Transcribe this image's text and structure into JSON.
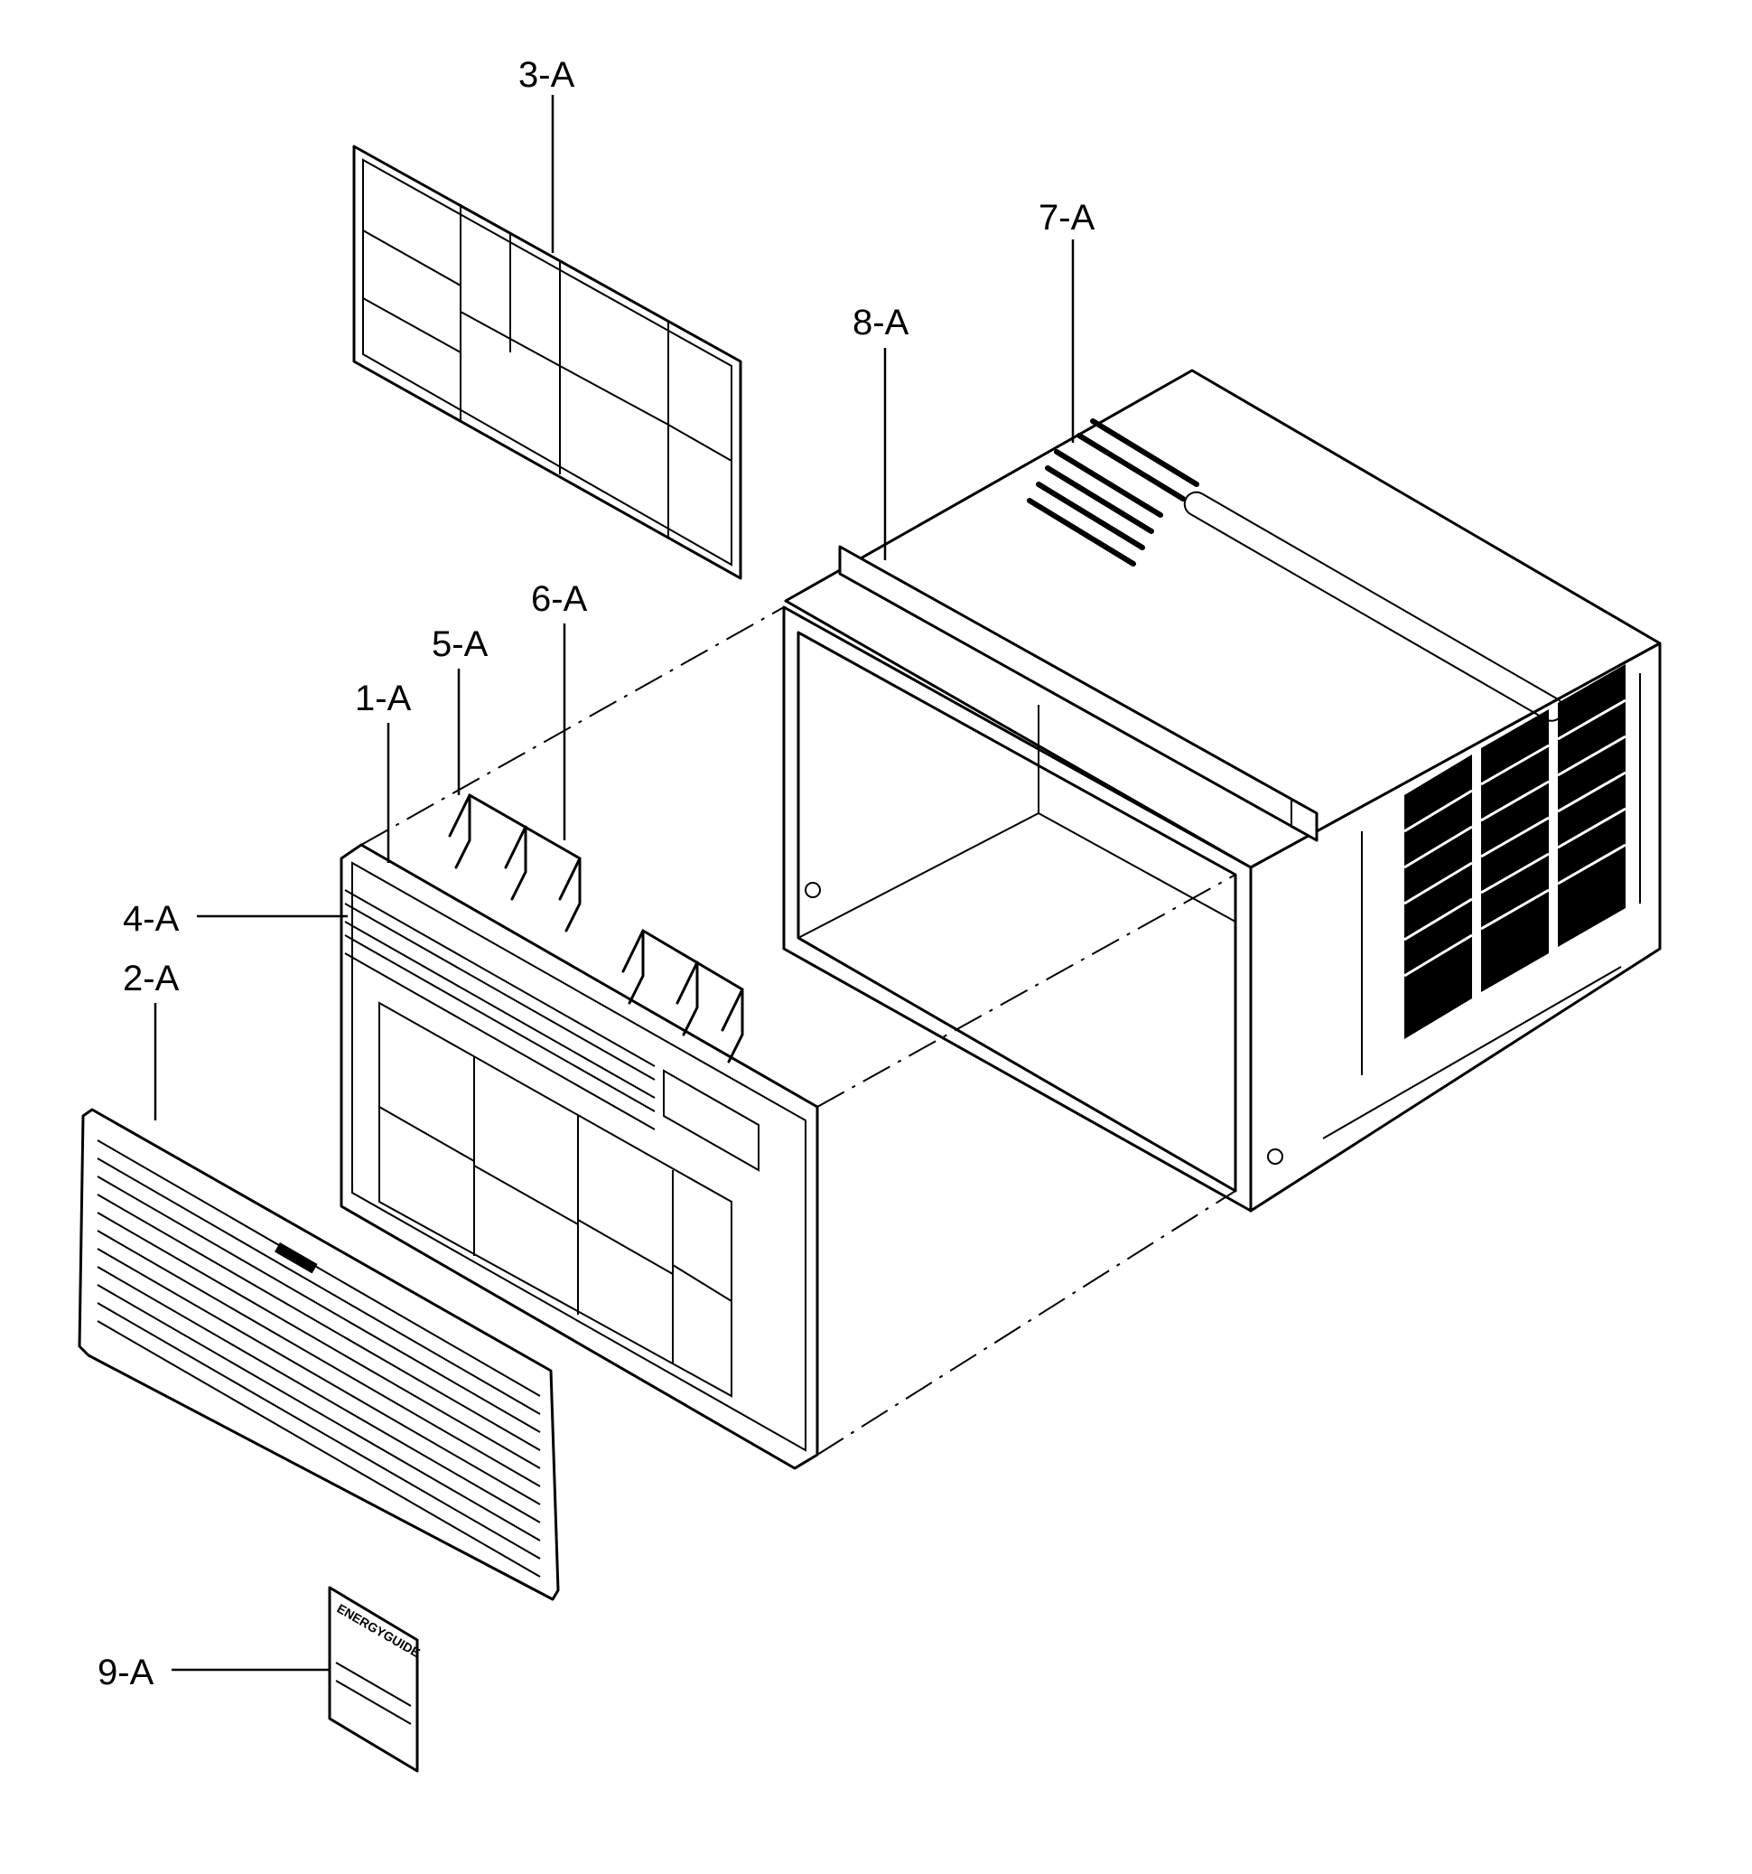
{
  "diagram": {
    "callouts": [
      {
        "id": "1-A",
        "label": "1-A"
      },
      {
        "id": "2-A",
        "label": "2-A"
      },
      {
        "id": "3-A",
        "label": "3-A"
      },
      {
        "id": "4-A",
        "label": "4-A"
      },
      {
        "id": "5-A",
        "label": "5-A"
      },
      {
        "id": "6-A",
        "label": "6-A"
      },
      {
        "id": "7-A",
        "label": "7-A"
      },
      {
        "id": "8-A",
        "label": "8-A"
      },
      {
        "id": "9-A",
        "label": "9-A"
      }
    ],
    "energy_label_text": "ENERGYGUIDE"
  }
}
